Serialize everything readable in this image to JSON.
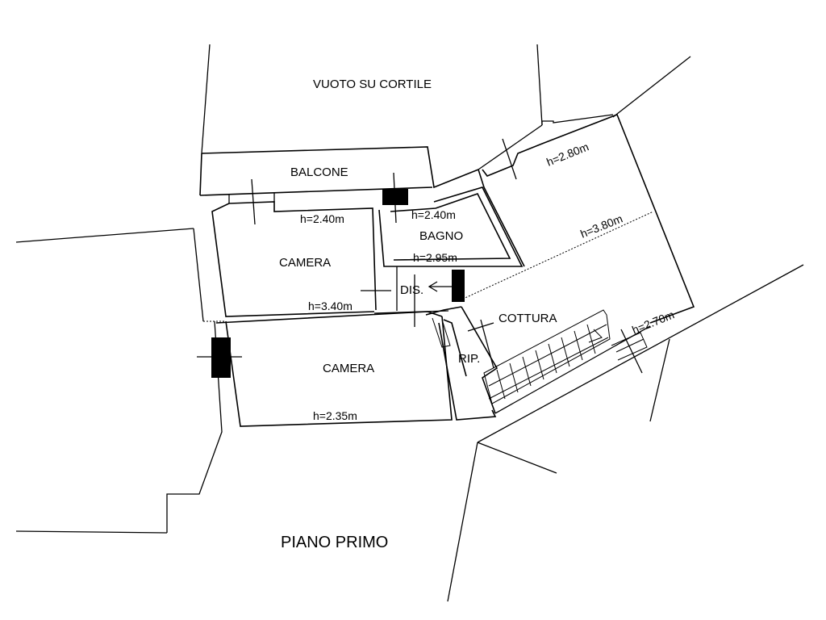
{
  "plan_title": "PIANO PRIMO",
  "labels": {
    "courtyard": "VUOTO SU CORTILE",
    "balcony": "BALCONE",
    "bedroom_top": "CAMERA",
    "bedroom_bottom": "CAMERA",
    "bathroom": "BAGNO",
    "hallway": "DIS.",
    "kitchen": "COTTURA",
    "storage": "RIP."
  },
  "heights": {
    "bedroom_top_h": "h=2.40m",
    "bathroom_top_h": "h=2.40m",
    "bathroom_bottom_h": "h=2.95m",
    "bedroom_top_bottom_h": "h=3.40m",
    "bedroom_bottom_h": "h=2.35m",
    "right_room_h": "h=2.80m",
    "kitchen_top_h": "h=3.80m",
    "stair_h": "h=2.70m"
  },
  "colors": {
    "line": "#000000",
    "background": "#ffffff"
  }
}
